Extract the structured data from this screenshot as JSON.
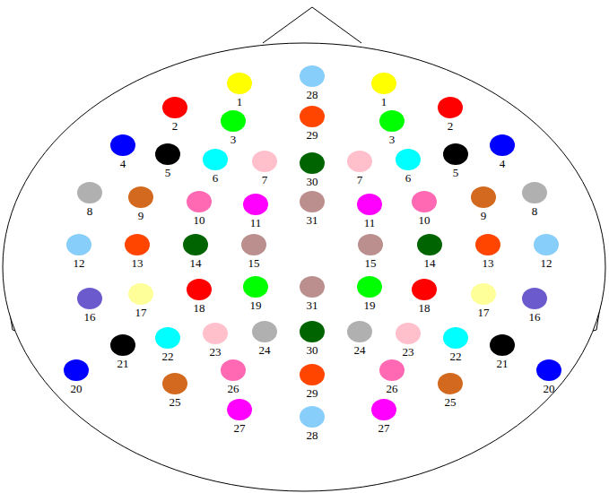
{
  "diagram": {
    "labels": [
      "28",
      "1",
      "1",
      "2",
      "29",
      "2",
      "3",
      "3",
      "4",
      "5",
      "6",
      "7",
      "30",
      "7",
      "6",
      "5",
      "4",
      "8",
      "9",
      "10",
      "11",
      "31",
      "11",
      "10",
      "9",
      "8",
      "12",
      "13",
      "14",
      "15",
      "15",
      "14",
      "13",
      "12",
      "16",
      "17",
      "18",
      "19",
      "31",
      "19",
      "18",
      "17",
      "16",
      "21",
      "22",
      "23",
      "24",
      "30",
      "24",
      "23",
      "22",
      "21",
      "20",
      "26",
      "29",
      "26",
      "20",
      "25",
      "25",
      "27",
      "28",
      "27"
    ]
  }
}
